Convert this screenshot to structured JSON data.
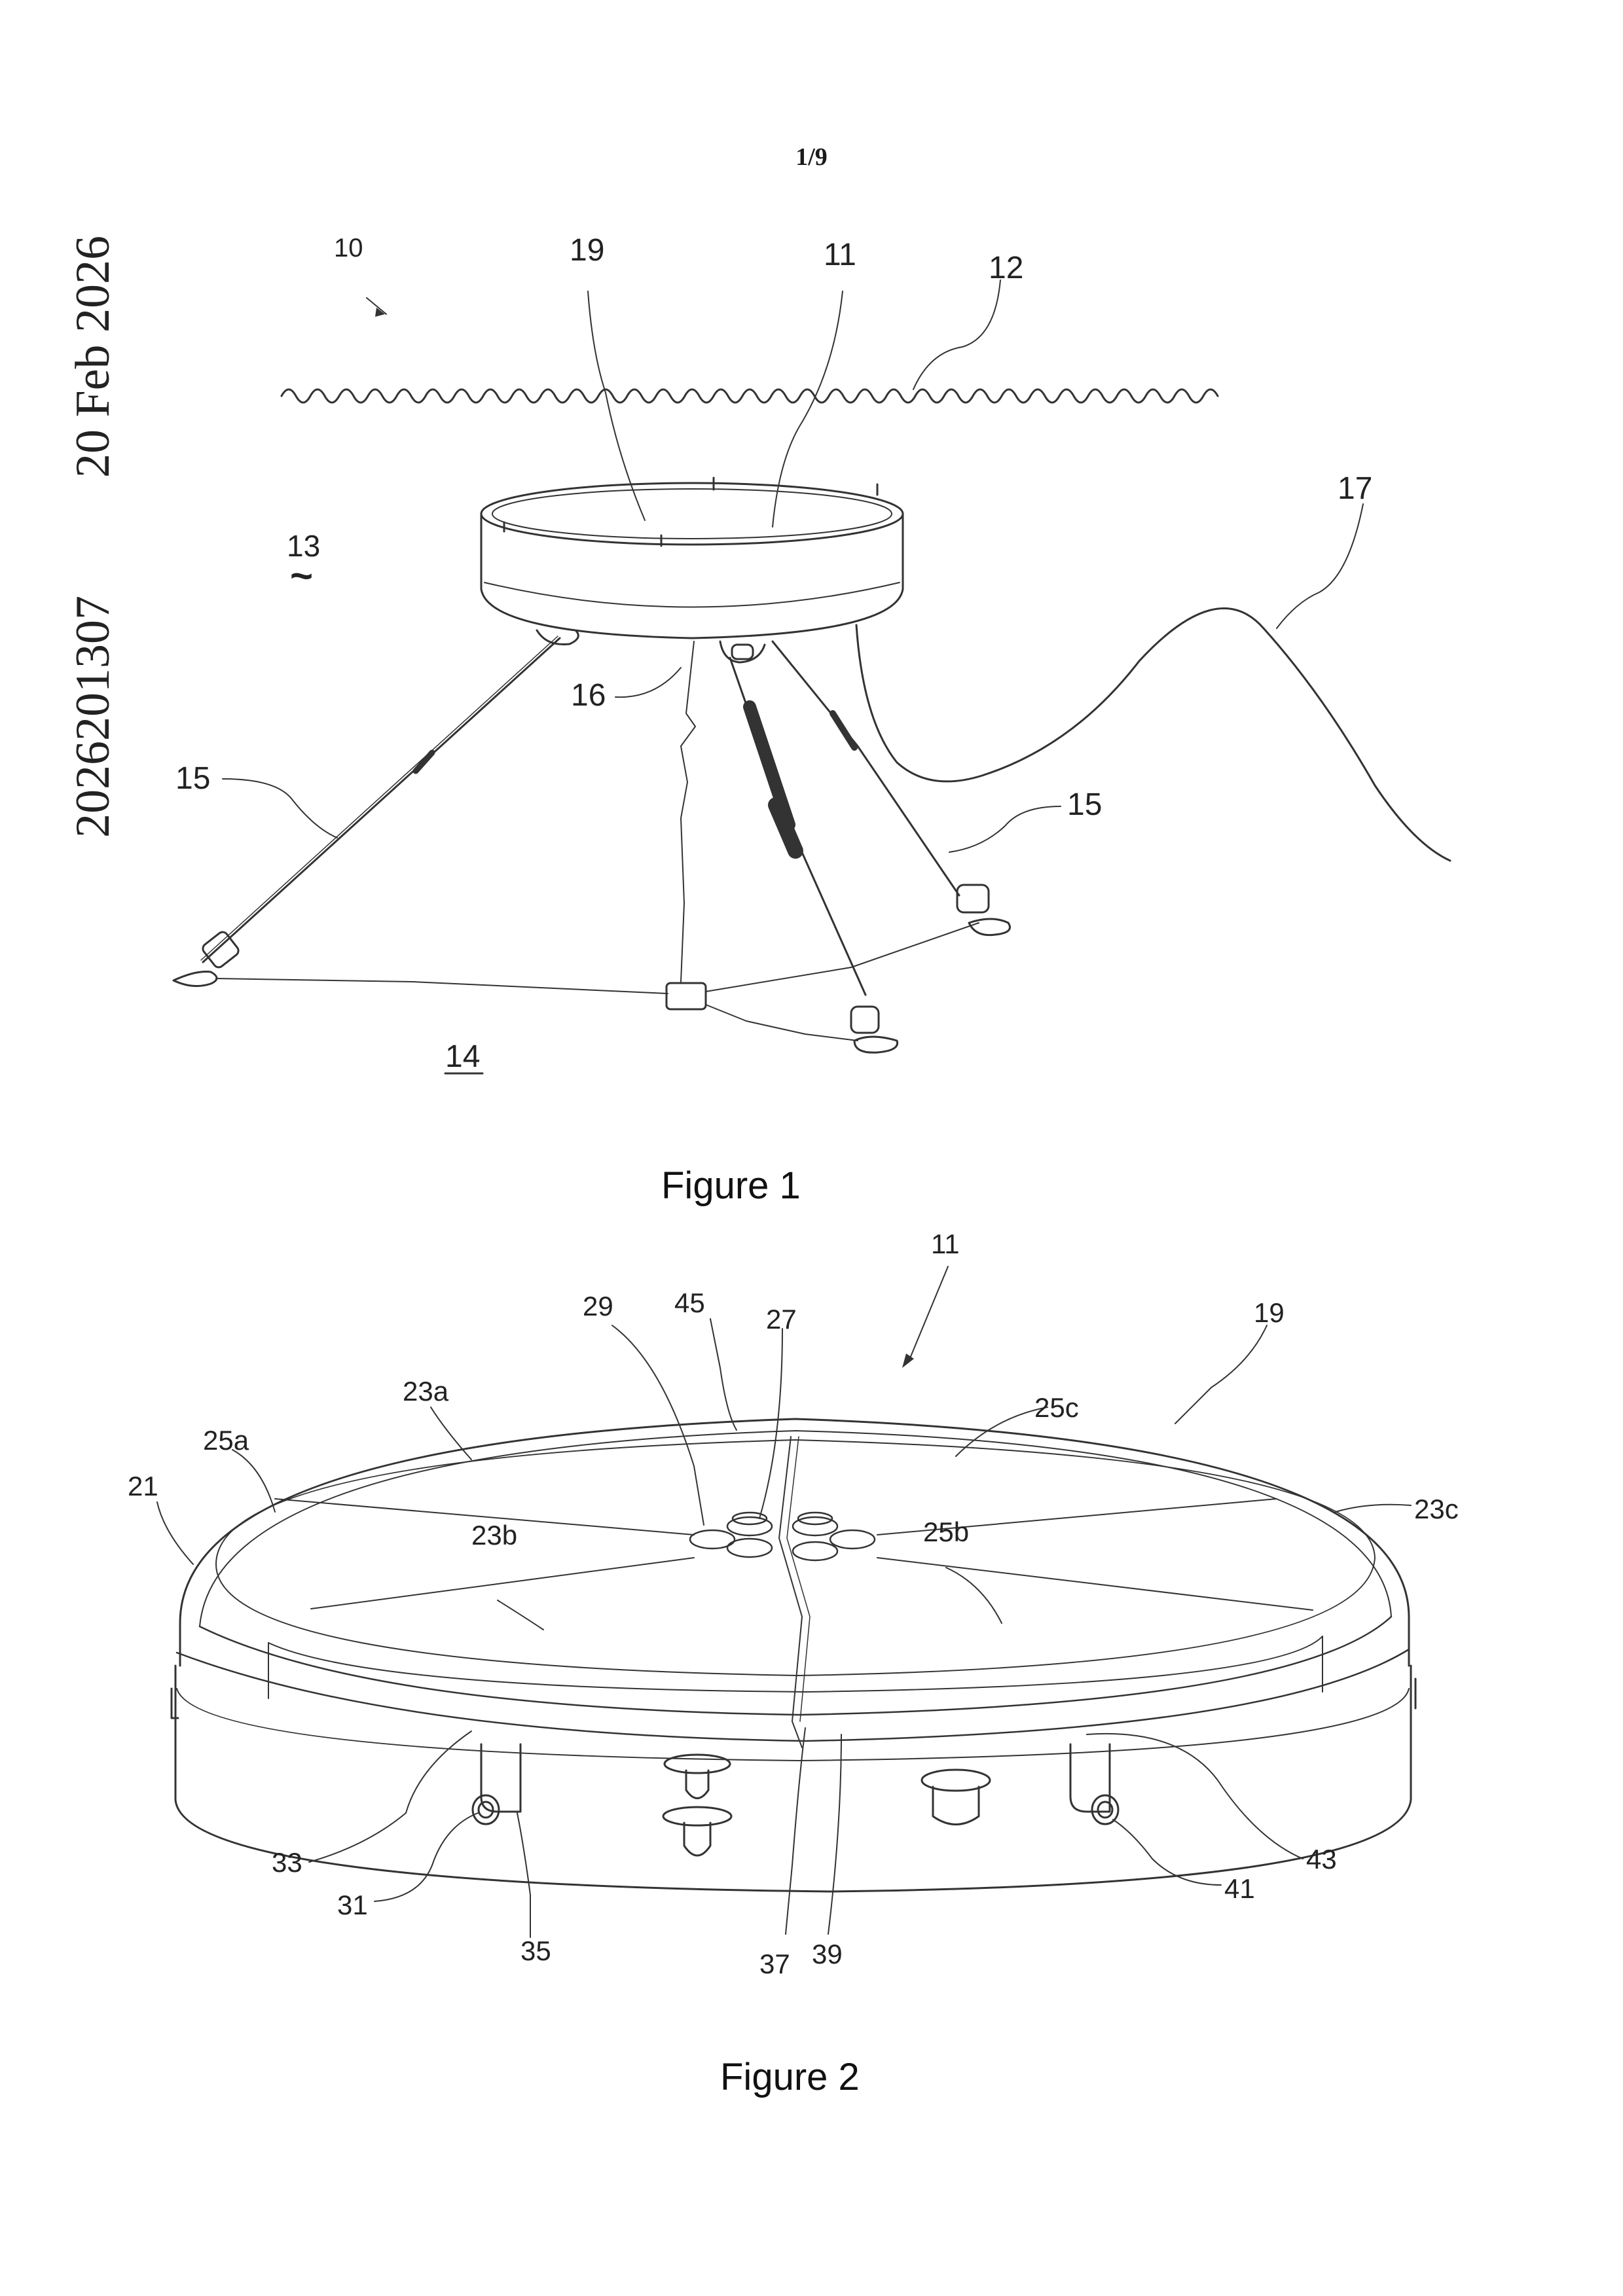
{
  "page_number": "1/9",
  "margin_date": "20 Feb 2026",
  "margin_number": "2026201307",
  "figure1": {
    "caption": "Figure 1",
    "labels": {
      "l10": "10",
      "l19": "19",
      "l11": "11",
      "l12": "12",
      "l17": "17",
      "l13": "13",
      "l13sym": "~",
      "l16": "16",
      "l15a": "15",
      "l15b": "15",
      "l14": "14"
    }
  },
  "figure2": {
    "caption": "Figure 2",
    "labels": {
      "l11": "11",
      "l29": "29",
      "l45": "45",
      "l27": "27",
      "l19": "19",
      "l23a": "23a",
      "l25c": "25c",
      "l25a": "25a",
      "l21": "21",
      "l23c": "23c",
      "l23b": "23b",
      "l25b": "25b",
      "l33": "33",
      "l31": "31",
      "l35": "35",
      "l37": "37",
      "l39": "39",
      "l41": "41",
      "l43": "43"
    }
  }
}
